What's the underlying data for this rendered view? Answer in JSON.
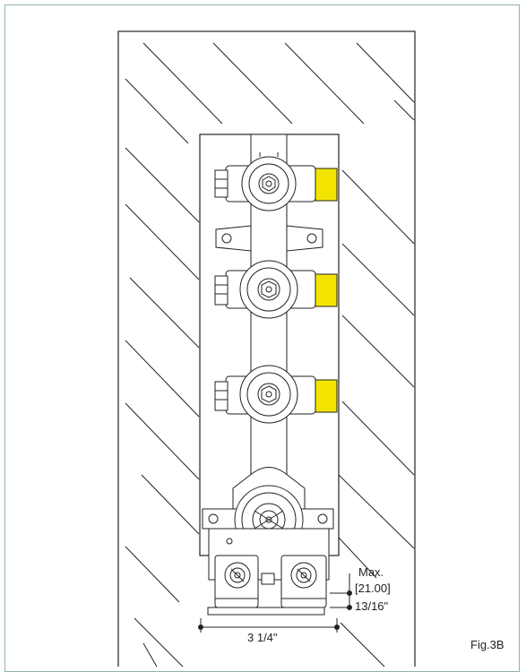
{
  "figure": {
    "label": "Fig.3B"
  },
  "dimensions": {
    "width_label": "3 1/4\"",
    "depth_max_label": "Max.",
    "depth_mm_label": "[21.00]",
    "depth_in_label": "13/16\""
  },
  "colors": {
    "frame": "#8fb3a8",
    "port_fill": "#f2e400",
    "line": "#222222"
  }
}
